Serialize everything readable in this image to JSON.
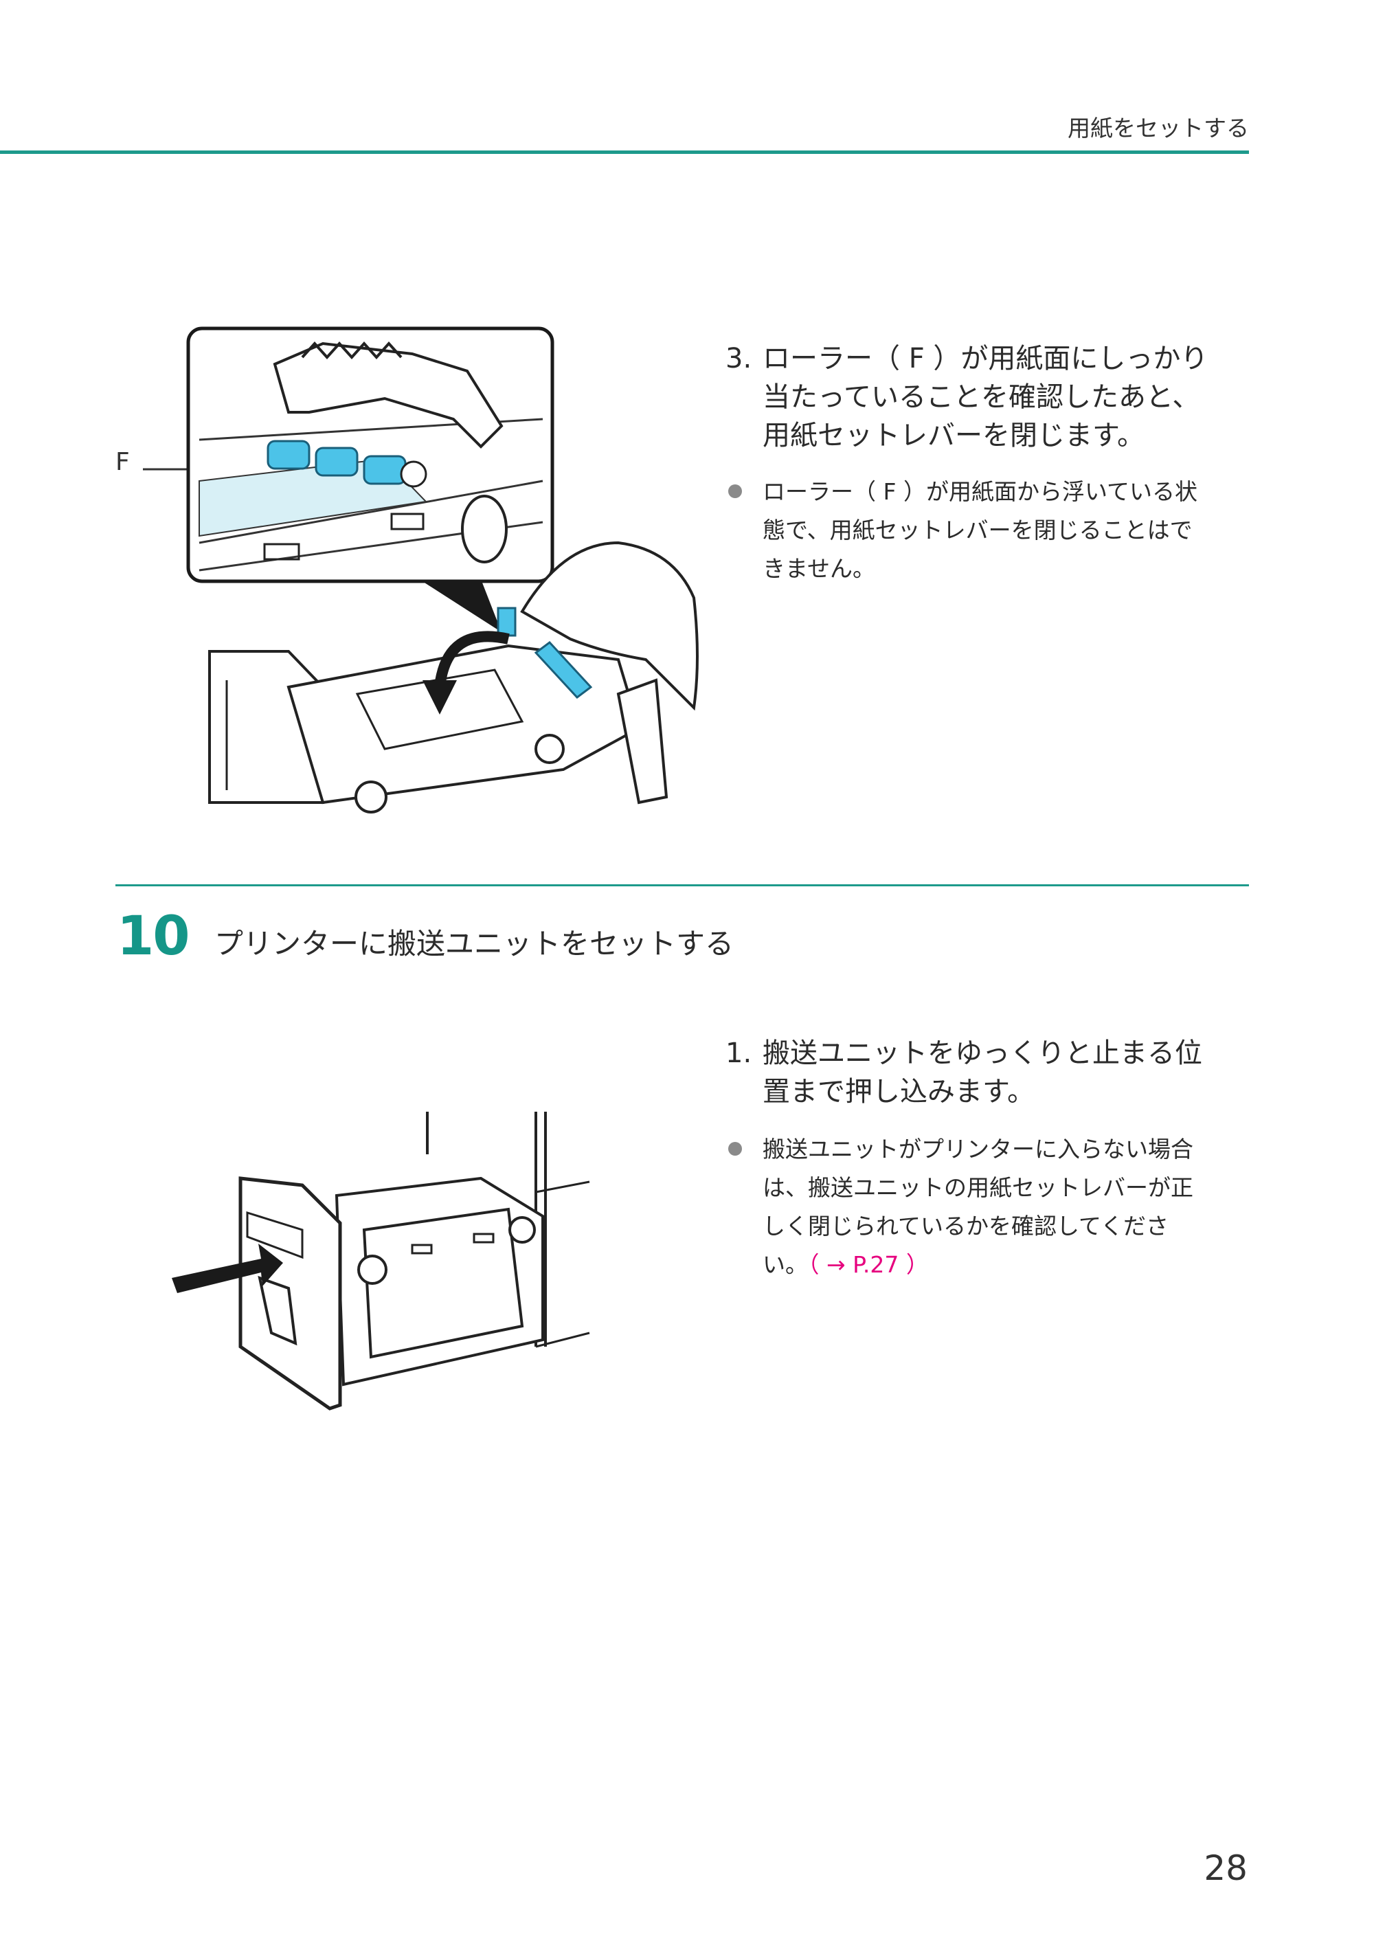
{
  "header": {
    "title": "用紙をセットする"
  },
  "figure1": {
    "callout_label": "F"
  },
  "step_prev": {
    "instruction_number": "3.",
    "instruction_lines": [
      "ローラー（ F ）が用紙面にしっかり",
      "当たっていることを確認したあと、",
      "用紙セットレバーを閉じます。"
    ],
    "note_lines": [
      "ローラー（ F ）が用紙面から浮いている状",
      "態で、用紙セットレバーを閉じることはで",
      "きません。"
    ]
  },
  "step10": {
    "number": "10",
    "title": "プリンターに搬送ユニットをセットする",
    "instruction_number": "1.",
    "instruction_lines": [
      "搬送ユニットをゆっくりと止まる位",
      "置まで押し込みます。"
    ],
    "note_lines": [
      "搬送ユニットがプリンターに入らない場合",
      "は、搬送ユニットの用紙セットレバーが正",
      "しく閉じられているかを確認してくださ"
    ],
    "note_last_prefix": "い。",
    "note_link": "（ → P.27 ）"
  },
  "page_number": "28",
  "colors": {
    "accent": "#1e9a8c",
    "roller": "#4cc3e8",
    "link": "#e6007e"
  }
}
